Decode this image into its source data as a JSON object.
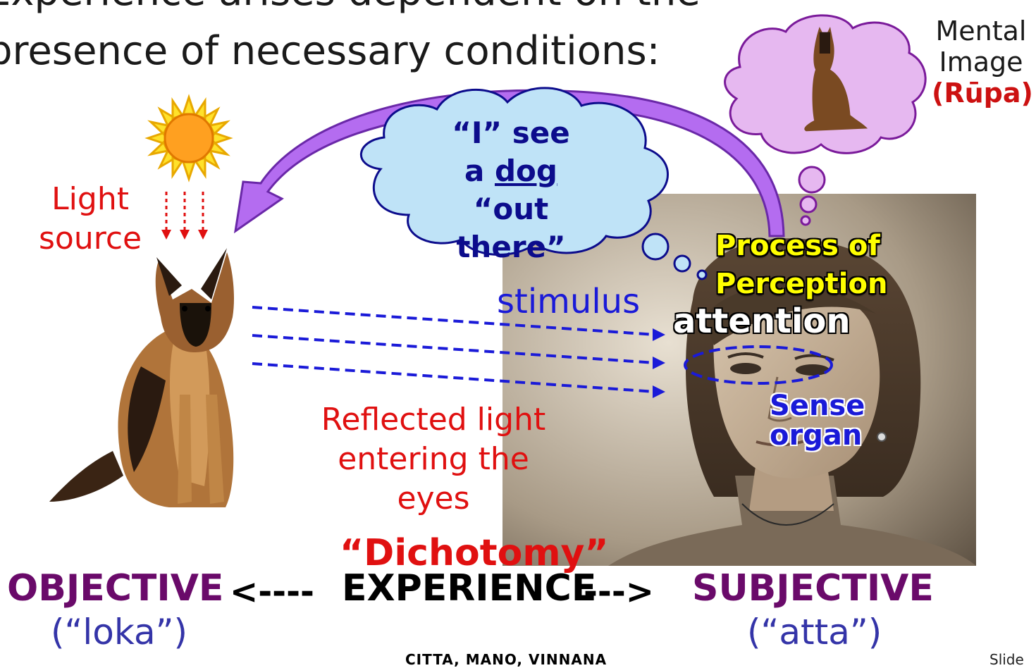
{
  "title": {
    "line1": "Experience arises dependent on the",
    "line2": "presence of necessary conditions:"
  },
  "mental_image": {
    "line1": "Mental",
    "line2": "Image",
    "rupa": "(Rūpa)"
  },
  "light_source": {
    "line1": "Light",
    "line2": "source"
  },
  "thought": {
    "line1": "“I” see",
    "line2_pre": "a ",
    "line2_word": "dog",
    "line3": "“out there”"
  },
  "stimulus": "stimulus",
  "reflected": {
    "line1": "Reflected light",
    "line2": "entering the eyes"
  },
  "process": {
    "line1": "Process of",
    "line2": "Perception"
  },
  "attention": "attention",
  "sense_organ": {
    "line1": "Sense",
    "line2": "organ"
  },
  "dichotomy": "“Dichotomy”",
  "objective": "OBJECTIVE",
  "subjective": "SUBJECTIVE",
  "experience": "EXPERIENCE",
  "arrow_left": "<----",
  "arrow_right": "--->",
  "loka": "(“loka”)",
  "atta": "(“atta”)",
  "footer": "CITTA, MANO, VINNANA",
  "slide": "Slide",
  "colors": {
    "purple": "#6a0a6a",
    "red": "#e01010",
    "blue": "#1a1ad8",
    "cloud": "#bfe3f7",
    "mental_cloud": "#e6b8f0",
    "arrow": "#b46cf0"
  }
}
